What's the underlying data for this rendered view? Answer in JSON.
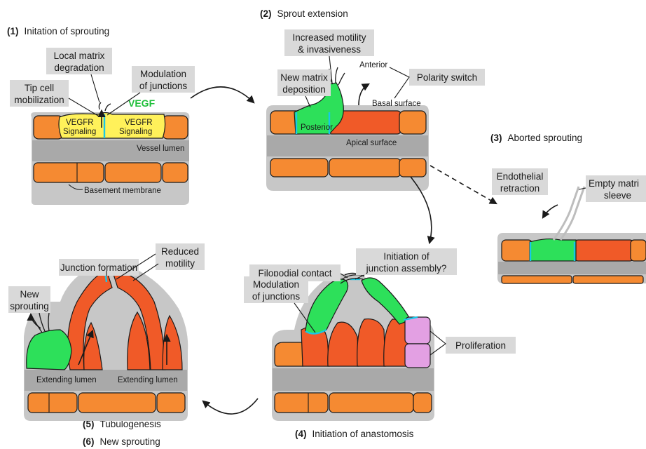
{
  "steps": {
    "s1": {
      "num": "(1)",
      "title": "Initation of sprouting"
    },
    "s2": {
      "num": "(2)",
      "title": "Sprout extension"
    },
    "s3": {
      "num": "(3)",
      "title": "Aborted sprouting"
    },
    "s4": {
      "num": "(4)",
      "title": "Initiation of anastomosis"
    },
    "s5": {
      "num": "(5)",
      "title": "Tubulogenesis"
    },
    "s6": {
      "num": "(6)",
      "title": "New sprouting"
    }
  },
  "panel1": {
    "local_matrix": [
      "Local matrix",
      "degradation"
    ],
    "modulation": [
      "Modulation",
      "of junctions"
    ],
    "tip_cell": [
      "Tip cell",
      "mobilization"
    ],
    "vegf": "VEGF",
    "vegfr_left": [
      "VEGFR",
      "Signaling"
    ],
    "vegfr_right": [
      "VEGFR",
      "Signaling"
    ],
    "vessel_lumen": "Vessel lumen",
    "basement": "Basement membrane"
  },
  "panel2": {
    "increased": [
      "Increased motility",
      "& invasiveness"
    ],
    "new_matrix": [
      "New matrix",
      "deposition"
    ],
    "anterior": "Anterior",
    "polarity": "Polarity switch",
    "basal": "Basal surface",
    "posterior": "Posterior",
    "apical": "Apical surface"
  },
  "panel3": {
    "retraction": [
      "Endothelial",
      "retraction"
    ],
    "sleeve": [
      "Empty matri",
      "sleeve"
    ]
  },
  "panel4": {
    "filopodial": "Filopodial contact",
    "junction_assembly": [
      "Initiation of",
      "junction assembly?"
    ],
    "modulation": [
      "Modulation",
      "of junctions"
    ],
    "proliferation": "Proliferation"
  },
  "panel5": {
    "junction_formation": "Junction formation",
    "reduced": [
      "Reduced",
      "motility"
    ],
    "new_sprouting": [
      "New",
      "sprouting"
    ],
    "extending_left": "Extending lumen",
    "extending_right": "Extending lumen"
  },
  "colors": {
    "endothelial": "#f58a32",
    "tip_cell": "#2de05a",
    "stalk_cell": "#f05a28",
    "vegfr_cell": "#fff15a",
    "proliferating": "#e3a0e3",
    "junction": "#17c8e8",
    "label_box": "#d9d9d9"
  }
}
